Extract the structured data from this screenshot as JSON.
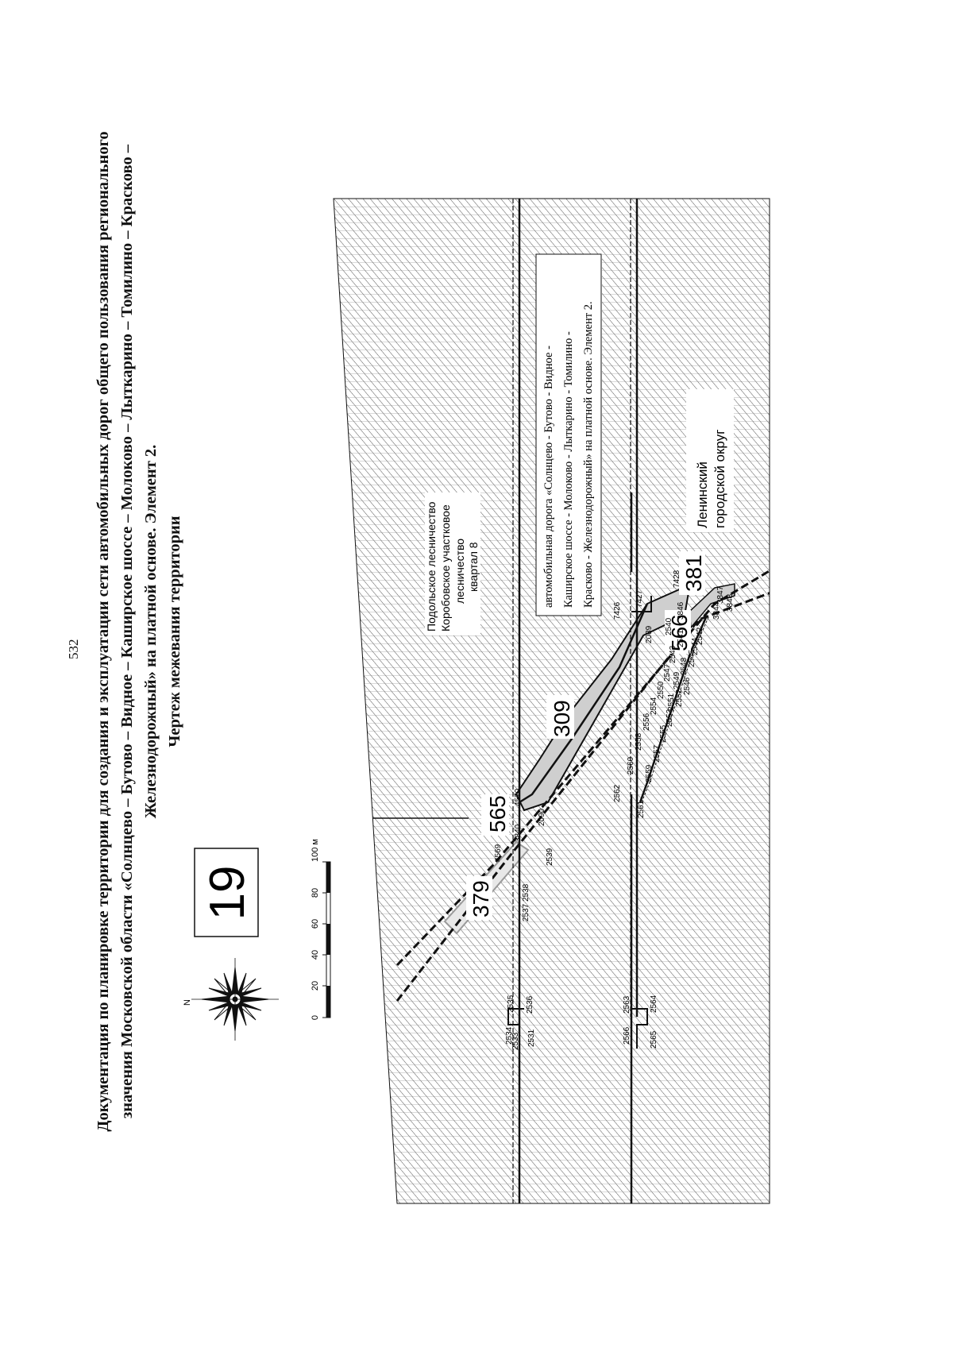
{
  "page_number": "532",
  "title": {
    "line1": "Документация по планировке территории для создания и эксплуатации сети автомобильных дорог общего пользования регионального",
    "line2": "значения Московской области «Солнцево – Бутово – Видное – Каширское шоссе – Молоково – Лыткарино – Томилино – Красково –",
    "line3": "Железнодорожный» на платной основе. Элемент 2.",
    "line4": "Чертеж межевания территории"
  },
  "sheet_number": "19",
  "compass": {
    "north_label": "N"
  },
  "scale_bar": {
    "ticks": [
      "0",
      "20",
      "40",
      "60",
      "80",
      "100 м"
    ]
  },
  "map": {
    "forestry_label": [
      "Подольское лесничество",
      "Коробовское участковое",
      "лесничество",
      "квартал 8"
    ],
    "district_label": [
      "Ленинский",
      "городской округ"
    ],
    "road_note": [
      "автомобильная дорога «Солнцево - Бутово - Видное -",
      "Каширское шоссе - Молоково - Лыткарино - Томилино -",
      "Красково - Железнодорожный» на платной основе. Элемент 2."
    ],
    "parcels": {
      "p309": "309",
      "p565": "565",
      "p379": "379",
      "p566": "566",
      "p381": "381"
    },
    "points": {
      "pt2534": "2534",
      "pt2533": "2533",
      "pt2531": "2531",
      "pt2535": "2535",
      "pt2536": "2536",
      "pt2566": "2566",
      "pt2565": "2565",
      "pt2563": "2563",
      "pt2564": "2564",
      "pt2537": "2537",
      "pt2538": "2538",
      "pt2539": "2539",
      "pt4569": "4569",
      "pt3840a": "3840",
      "pt4570": "4570",
      "pt2090": "2090",
      "pt2562": "2562",
      "pt2561": "2561",
      "pt2560": "2560",
      "pt2559": "2559",
      "pt2558": "2558",
      "pt2557": "2557",
      "pt2556": "2556",
      "pt2555": "2555",
      "pt2554": "2554",
      "pt2553": "2553",
      "pt2552": "2552",
      "pt2551": "2551",
      "pt2550": "2550",
      "pt2549": "2549",
      "pt2548": "2548",
      "pt2547": "2547",
      "pt2546": "2546",
      "pt2545": "2545",
      "pt2544": "2544",
      "pt2543": "2543",
      "pt2542": "2542",
      "pt2541": "2541",
      "pt2540": "2540",
      "pt2089": "2089",
      "pt3846": "3846",
      "pt3847": "3847",
      "pt3848": "3848",
      "pt3844": "3844",
      "pt7426": "7426",
      "pt7427": "7427",
      "pt7428": "7428"
    }
  },
  "colors": {
    "ink": "#111111",
    "hatch": "#444444",
    "parcel_fill": "#bdbdbd",
    "grey_outline": "#9a9a9a"
  }
}
